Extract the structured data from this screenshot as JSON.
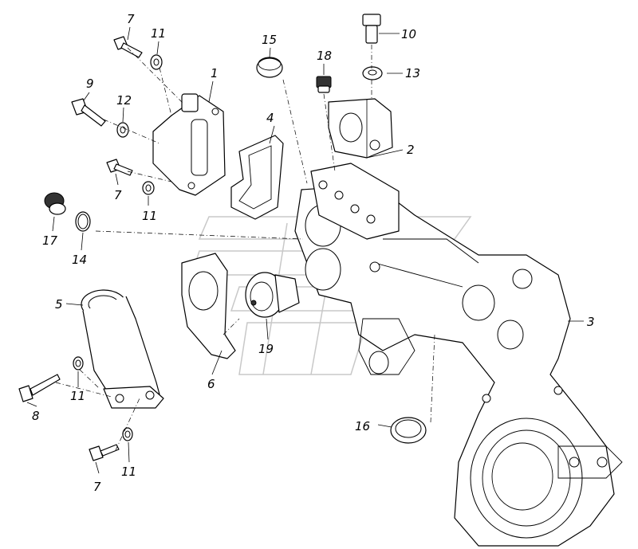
{
  "callouts": [
    "1",
    "2",
    "3",
    "4",
    "5",
    "6",
    "7",
    "8",
    "9",
    "10",
    "11",
    "12",
    "13",
    "14",
    "15",
    "16",
    "17",
    "18",
    "19"
  ],
  "colors": {
    "ink": "#000000",
    "paper": "#ffffff",
    "watermark": "#c8c8c8"
  }
}
